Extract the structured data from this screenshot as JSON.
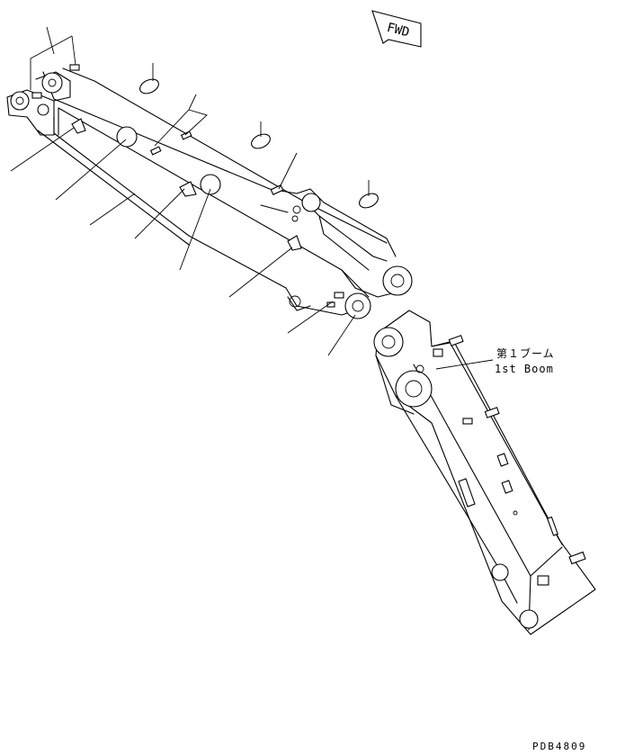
{
  "labels": {
    "fwd": "FWD",
    "part_name_jp": "第１ブーム",
    "part_name_en": "1st Boom",
    "drawing_code": "PDB4809"
  }
}
